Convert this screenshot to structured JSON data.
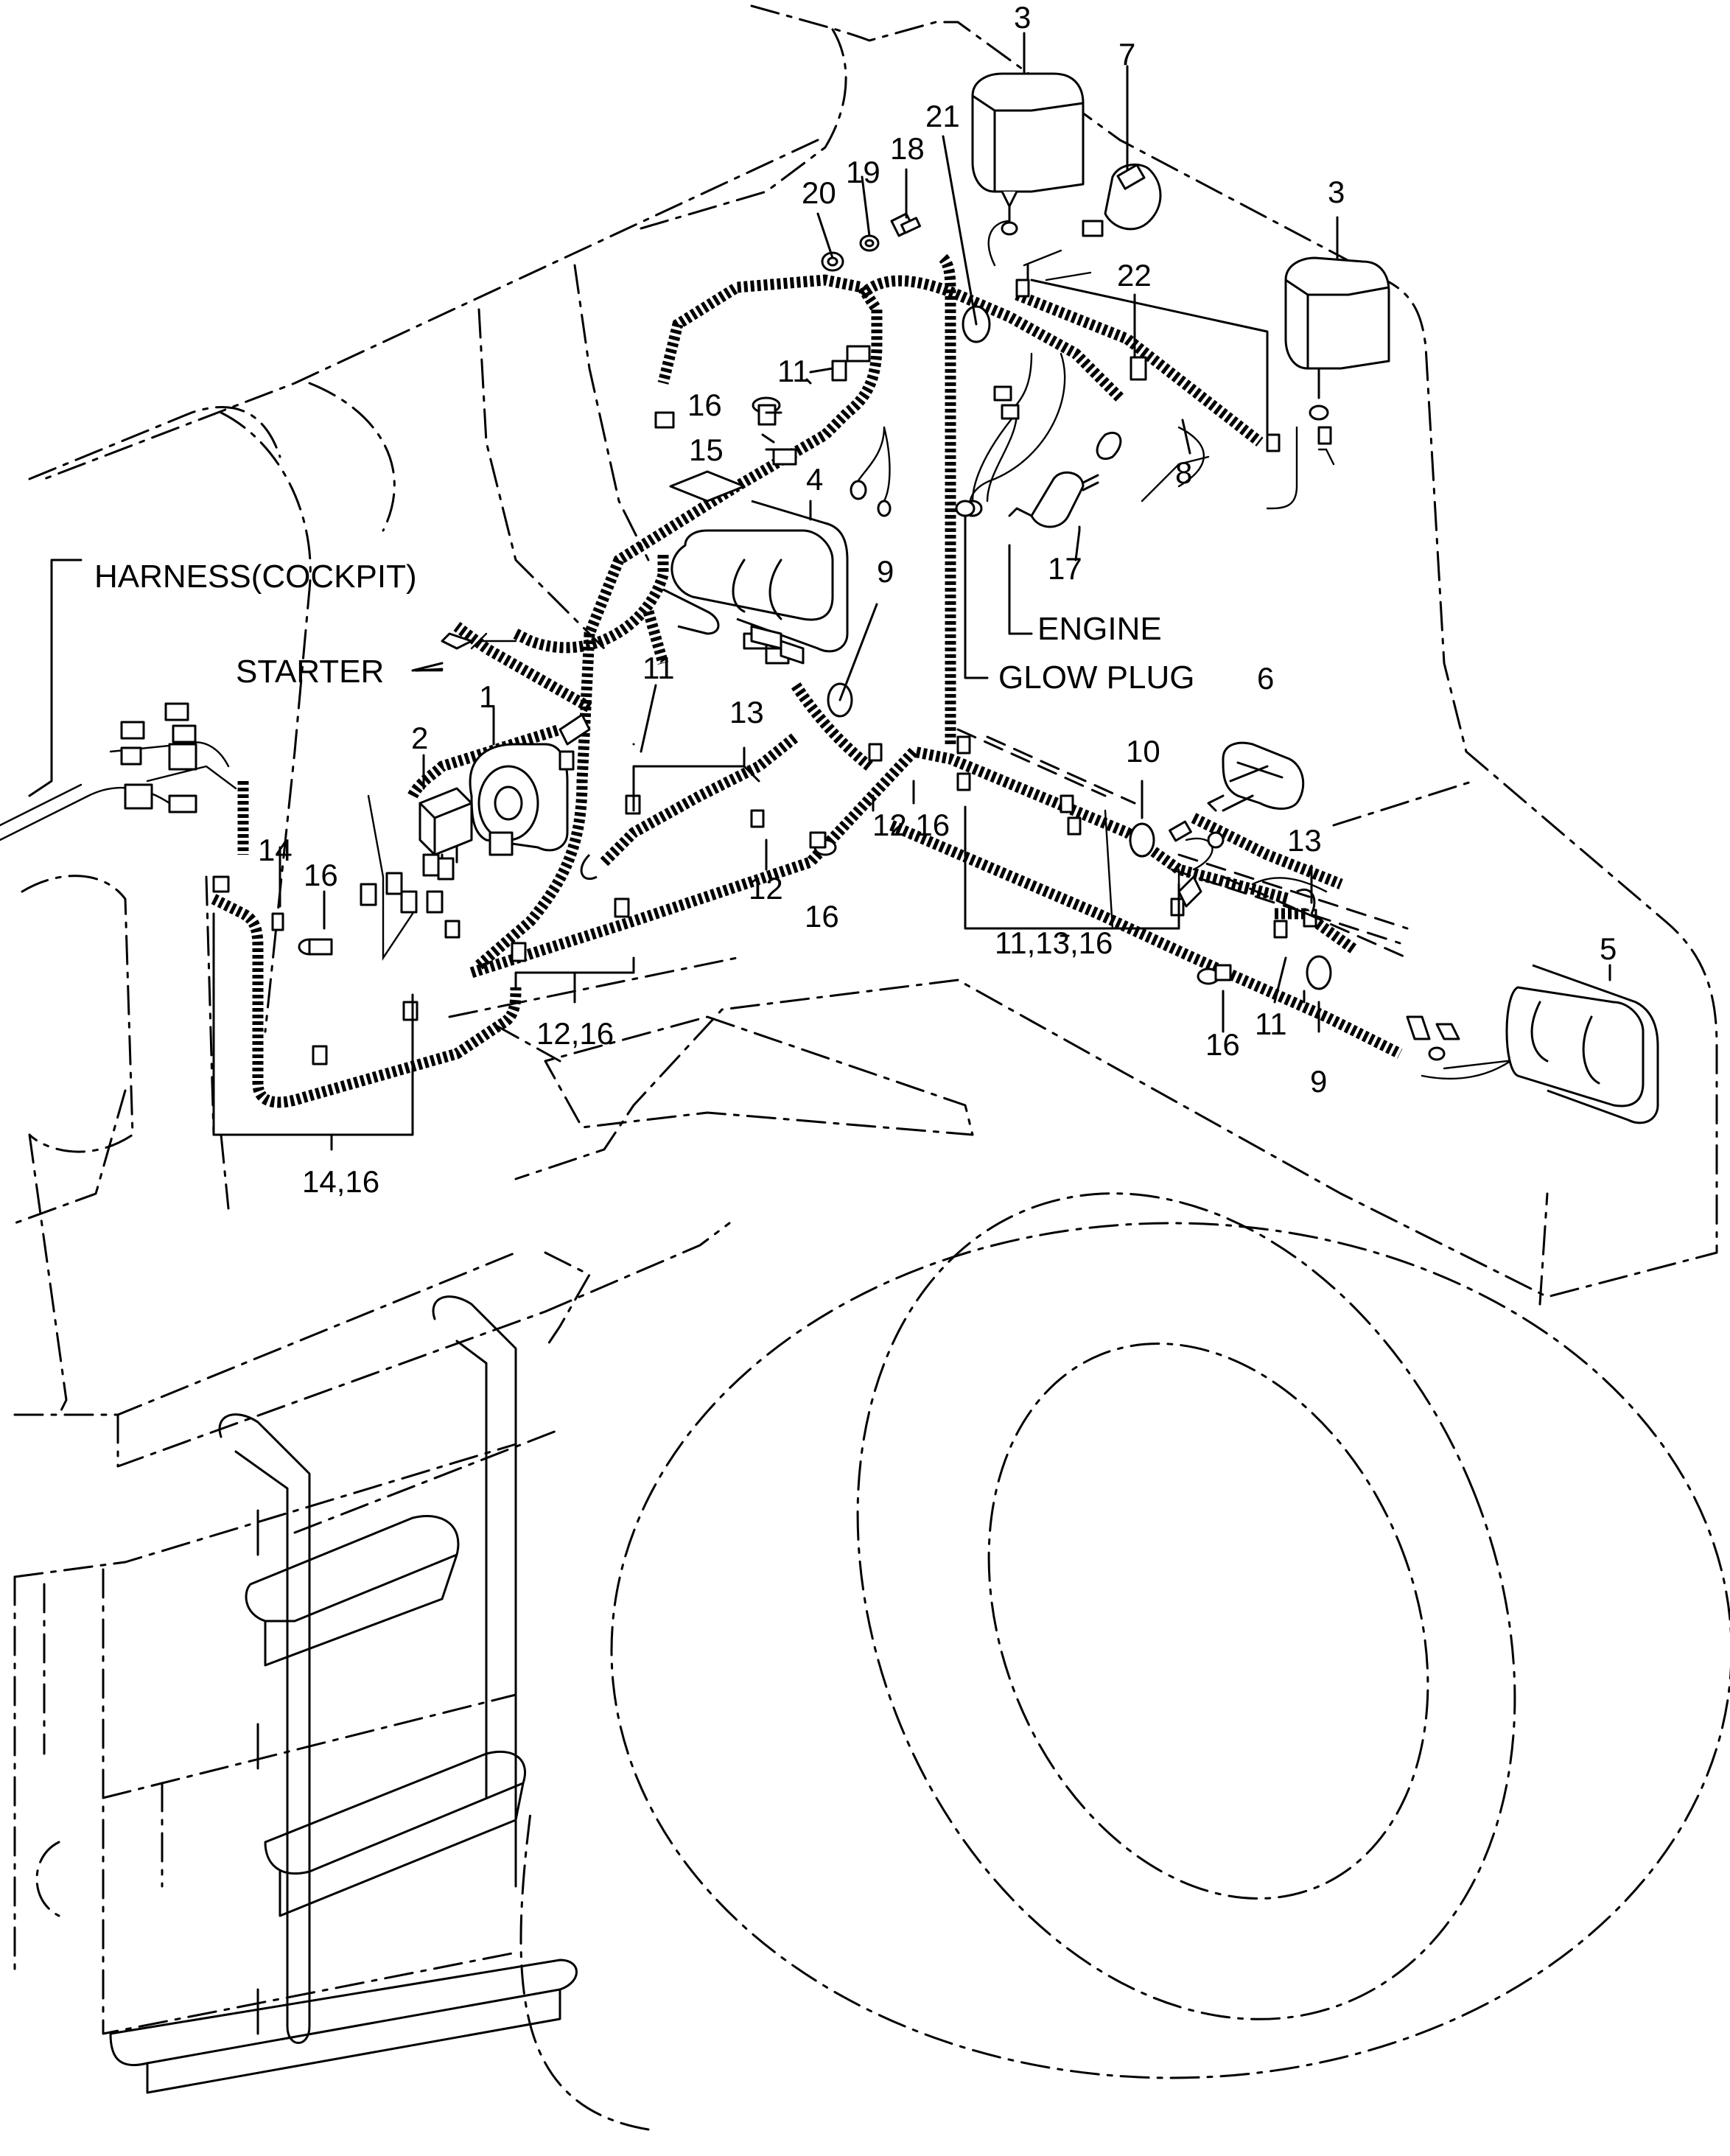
{
  "notes": {
    "harness_cockpit": "HARNESS(COCKPIT)",
    "starter": "STARTER",
    "engine": "ENGINE",
    "glow_plug": "GLOW PLUG"
  },
  "callouts": {
    "c1": "1",
    "c2": "2",
    "c3a": "3",
    "c3b": "3",
    "c4": "4",
    "c5": "5",
    "c6": "6",
    "c7": "7",
    "c8": "8",
    "c9a": "9",
    "c9b": "9",
    "c10": "10",
    "c11a": "11",
    "c11b": "11",
    "c11c": "11",
    "c11_13_16": "11,13,16",
    "c12": "12",
    "c12_16a": "12,16",
    "c12_16b": "12,16",
    "c13a": "13",
    "c13b": "13",
    "c14": "14",
    "c14_16": "14,16",
    "c15": "15",
    "c16a": "16",
    "c16b": "16",
    "c16c": "16",
    "c16d": "16",
    "c17": "17",
    "c18": "18",
    "c19": "19",
    "c20": "20",
    "c21": "21",
    "c22": "22"
  }
}
